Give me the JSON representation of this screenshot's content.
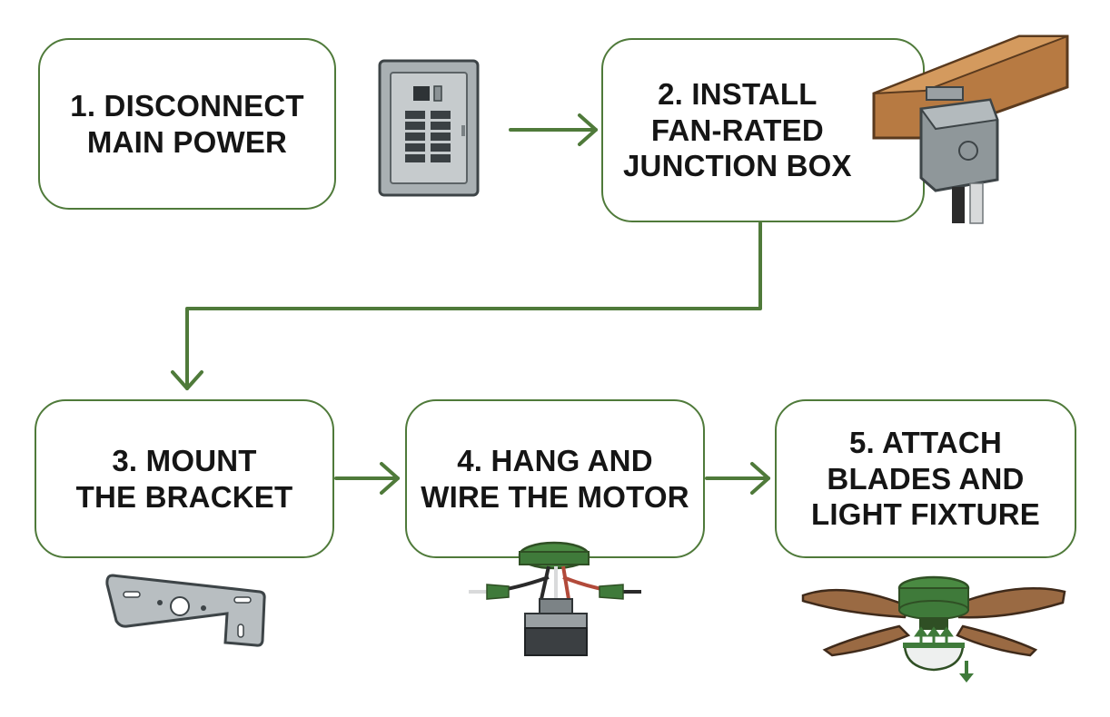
{
  "steps": [
    {
      "label": "1. DISCONNECT\nMAIN POWER"
    },
    {
      "label": "2.  INSTALL\nFAN-RATED\nJUNCTION BOX"
    },
    {
      "label": "3. MOUNT\nTHE BRACKET"
    },
    {
      "label": "4. HANG AND\nWIRE THE MOTOR"
    },
    {
      "label": "5. ATTACH\nBLADES AND\nLIGHT FIXTURE"
    }
  ],
  "icons": [
    "breaker-panel-icon",
    "junction-box-icon",
    "mounting-bracket-icon",
    "fan-motor-icon",
    "ceiling-fan-icon"
  ],
  "colors": {
    "accent_green": "#4f7a3a",
    "text": "#151515",
    "wood": "#c98a4e",
    "metal": "#9aa0a3",
    "fan_green": "#3f7a3a",
    "blade_brown": "#9a6a43"
  }
}
